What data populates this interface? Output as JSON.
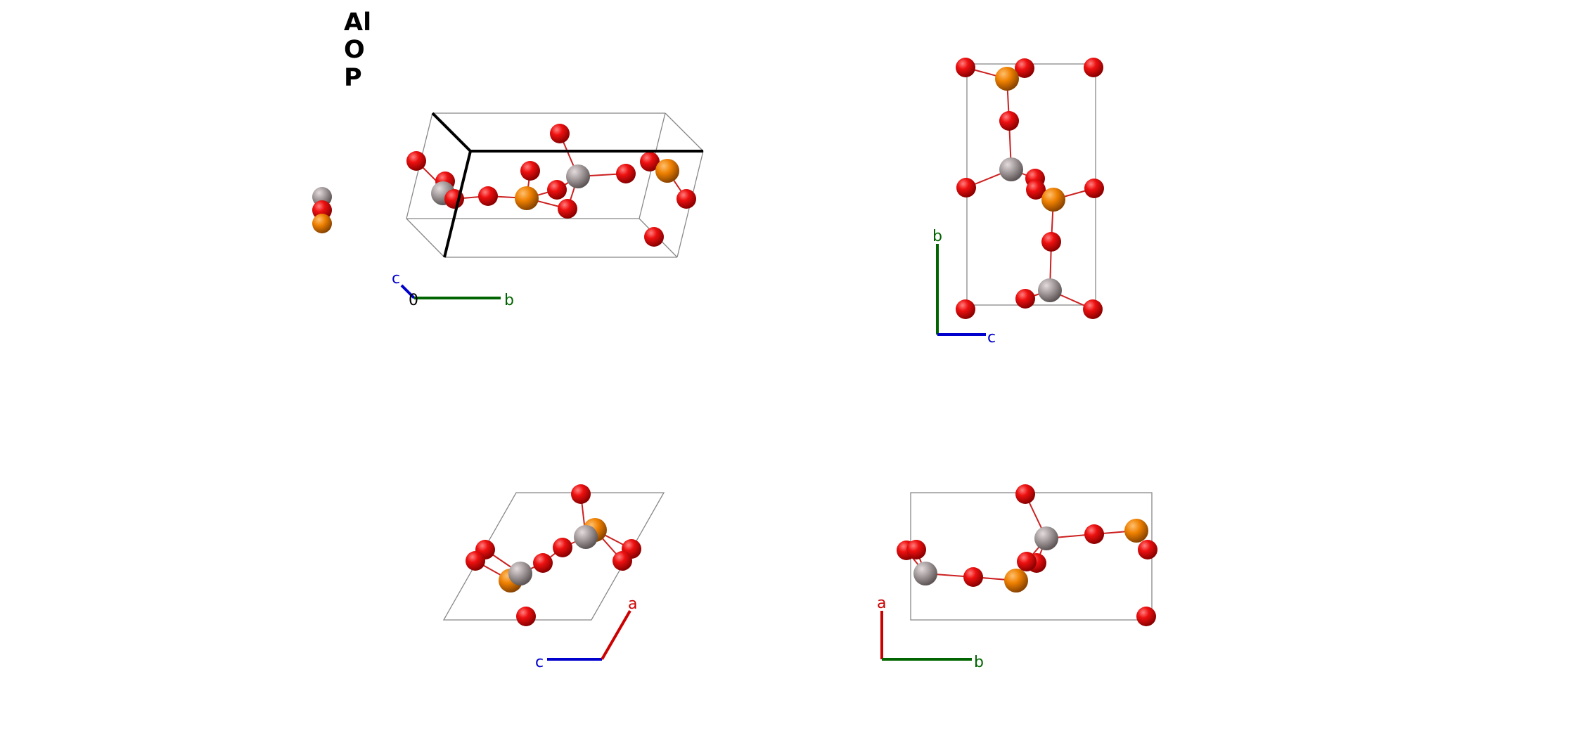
{
  "legend": {
    "elements": [
      {
        "symbol": "Al",
        "color": "#a8a0a0"
      },
      {
        "symbol": "O",
        "color": "#ee0000"
      },
      {
        "symbol": "P",
        "color": "#f08000"
      }
    ]
  },
  "axis_colors": {
    "a": "#cc0000",
    "b": "#006400",
    "c": "#0000cc",
    "origin": "#000000"
  },
  "atom_colors": {
    "Al": "#a8a0a0",
    "O": "#ee0000",
    "P": "#f08000"
  },
  "views": {
    "perspective": {
      "axes": [
        {
          "key": "c",
          "label": "c"
        },
        {
          "key": "b",
          "label": "b"
        }
      ],
      "origin_label": "0"
    },
    "view_bc": {
      "axes": [
        {
          "key": "b",
          "label": "b"
        },
        {
          "key": "c",
          "label": "c"
        }
      ]
    },
    "view_ac": {
      "axes": [
        {
          "key": "c",
          "label": "c"
        },
        {
          "key": "a",
          "label": "a"
        }
      ]
    },
    "view_ab": {
      "axes": [
        {
          "key": "a",
          "label": "a"
        },
        {
          "key": "b",
          "label": "b"
        }
      ]
    }
  }
}
